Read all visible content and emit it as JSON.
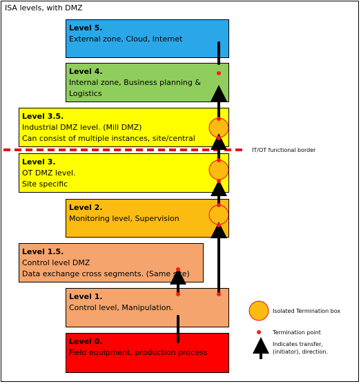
{
  "title": "ISA levels, with DMZ",
  "levels": {
    "l5": {
      "name": "Level 5.",
      "line1": "External zone, Cloud, Internet",
      "color": "#2aa7e8"
    },
    "l4": {
      "name": "Level 4.",
      "line1": "Internal zone, Business planning & Logistics",
      "color": "#8fcd5c"
    },
    "l35": {
      "name": "Level 3.5.",
      "line1": "Industrial DMZ level. (Mill DMZ)",
      "line2": "Can consist of multiple instances, site/central",
      "color": "#ffff00"
    },
    "l3": {
      "name": "Level 3.",
      "line1": "OT DMZ level.",
      "line2": "Site specific",
      "color": "#ffff00"
    },
    "l2": {
      "name": "Level 2.",
      "line1": "Monitoring level, Supervision",
      "color": "#fbbb11"
    },
    "l15": {
      "name": "Level 1.5.",
      "line1": "Control level DMZ",
      "line2": "Data exchange cross segments. (Same site)",
      "color": "#f4a46c"
    },
    "l1": {
      "name": "Level 1.",
      "line1": "Control level, Manipulation.",
      "color": "#f4a46c"
    },
    "l0": {
      "name": "Level 0.",
      "line1": "Field equipment, production process",
      "color": "#ff0000"
    }
  },
  "border_label": "IT/OT functional border",
  "legend": {
    "box": "Isolated Termination box",
    "point": "Termination point",
    "arrow_line1": "Indicates transfer,",
    "arrow_line2": "(initiator), direction."
  },
  "colors": {
    "termination_point": "#ff1a1a",
    "termination_box": "#fbbb11",
    "border_line": "#e8101a"
  }
}
